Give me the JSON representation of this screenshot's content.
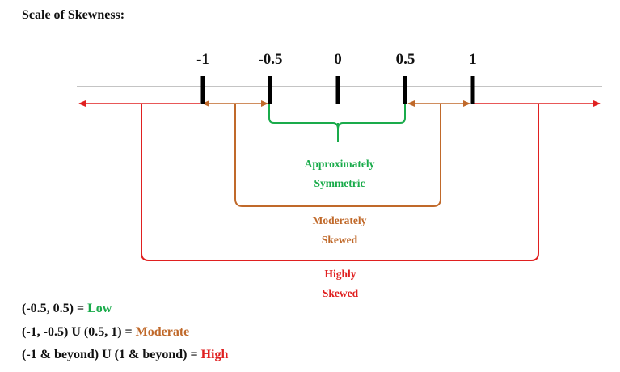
{
  "title": "Scale of Skewness:",
  "colors": {
    "axis": "#888888",
    "ticks": "#000000",
    "symmetric": "#1aab4b",
    "moderate": "#c0692a",
    "high": "#e02020"
  },
  "ticks": [
    {
      "label": "-1",
      "value": -1
    },
    {
      "label": "-0.5",
      "value": -0.5
    },
    {
      "label": "0",
      "value": 0
    },
    {
      "label": "0.5",
      "value": 0.5
    },
    {
      "label": "1",
      "value": 1
    }
  ],
  "regions": {
    "symmetric": {
      "line1": "Approximately",
      "line2": "Symmetric"
    },
    "moderate": {
      "line1": "Moderately",
      "line2": "Skewed"
    },
    "high": {
      "line1": "Highly",
      "line2": "Skewed"
    }
  },
  "legend": [
    {
      "prefix": "(-0.5, 0.5) = ",
      "value": "Low",
      "color_key": "symmetric"
    },
    {
      "prefix": "(-1, -0.5) U (0.5, 1) = ",
      "value": "Moderate",
      "color_key": "moderate"
    },
    {
      "prefix": "(-1 & beyond) U (1 & beyond) = ",
      "value": "High",
      "color_key": "high"
    }
  ]
}
